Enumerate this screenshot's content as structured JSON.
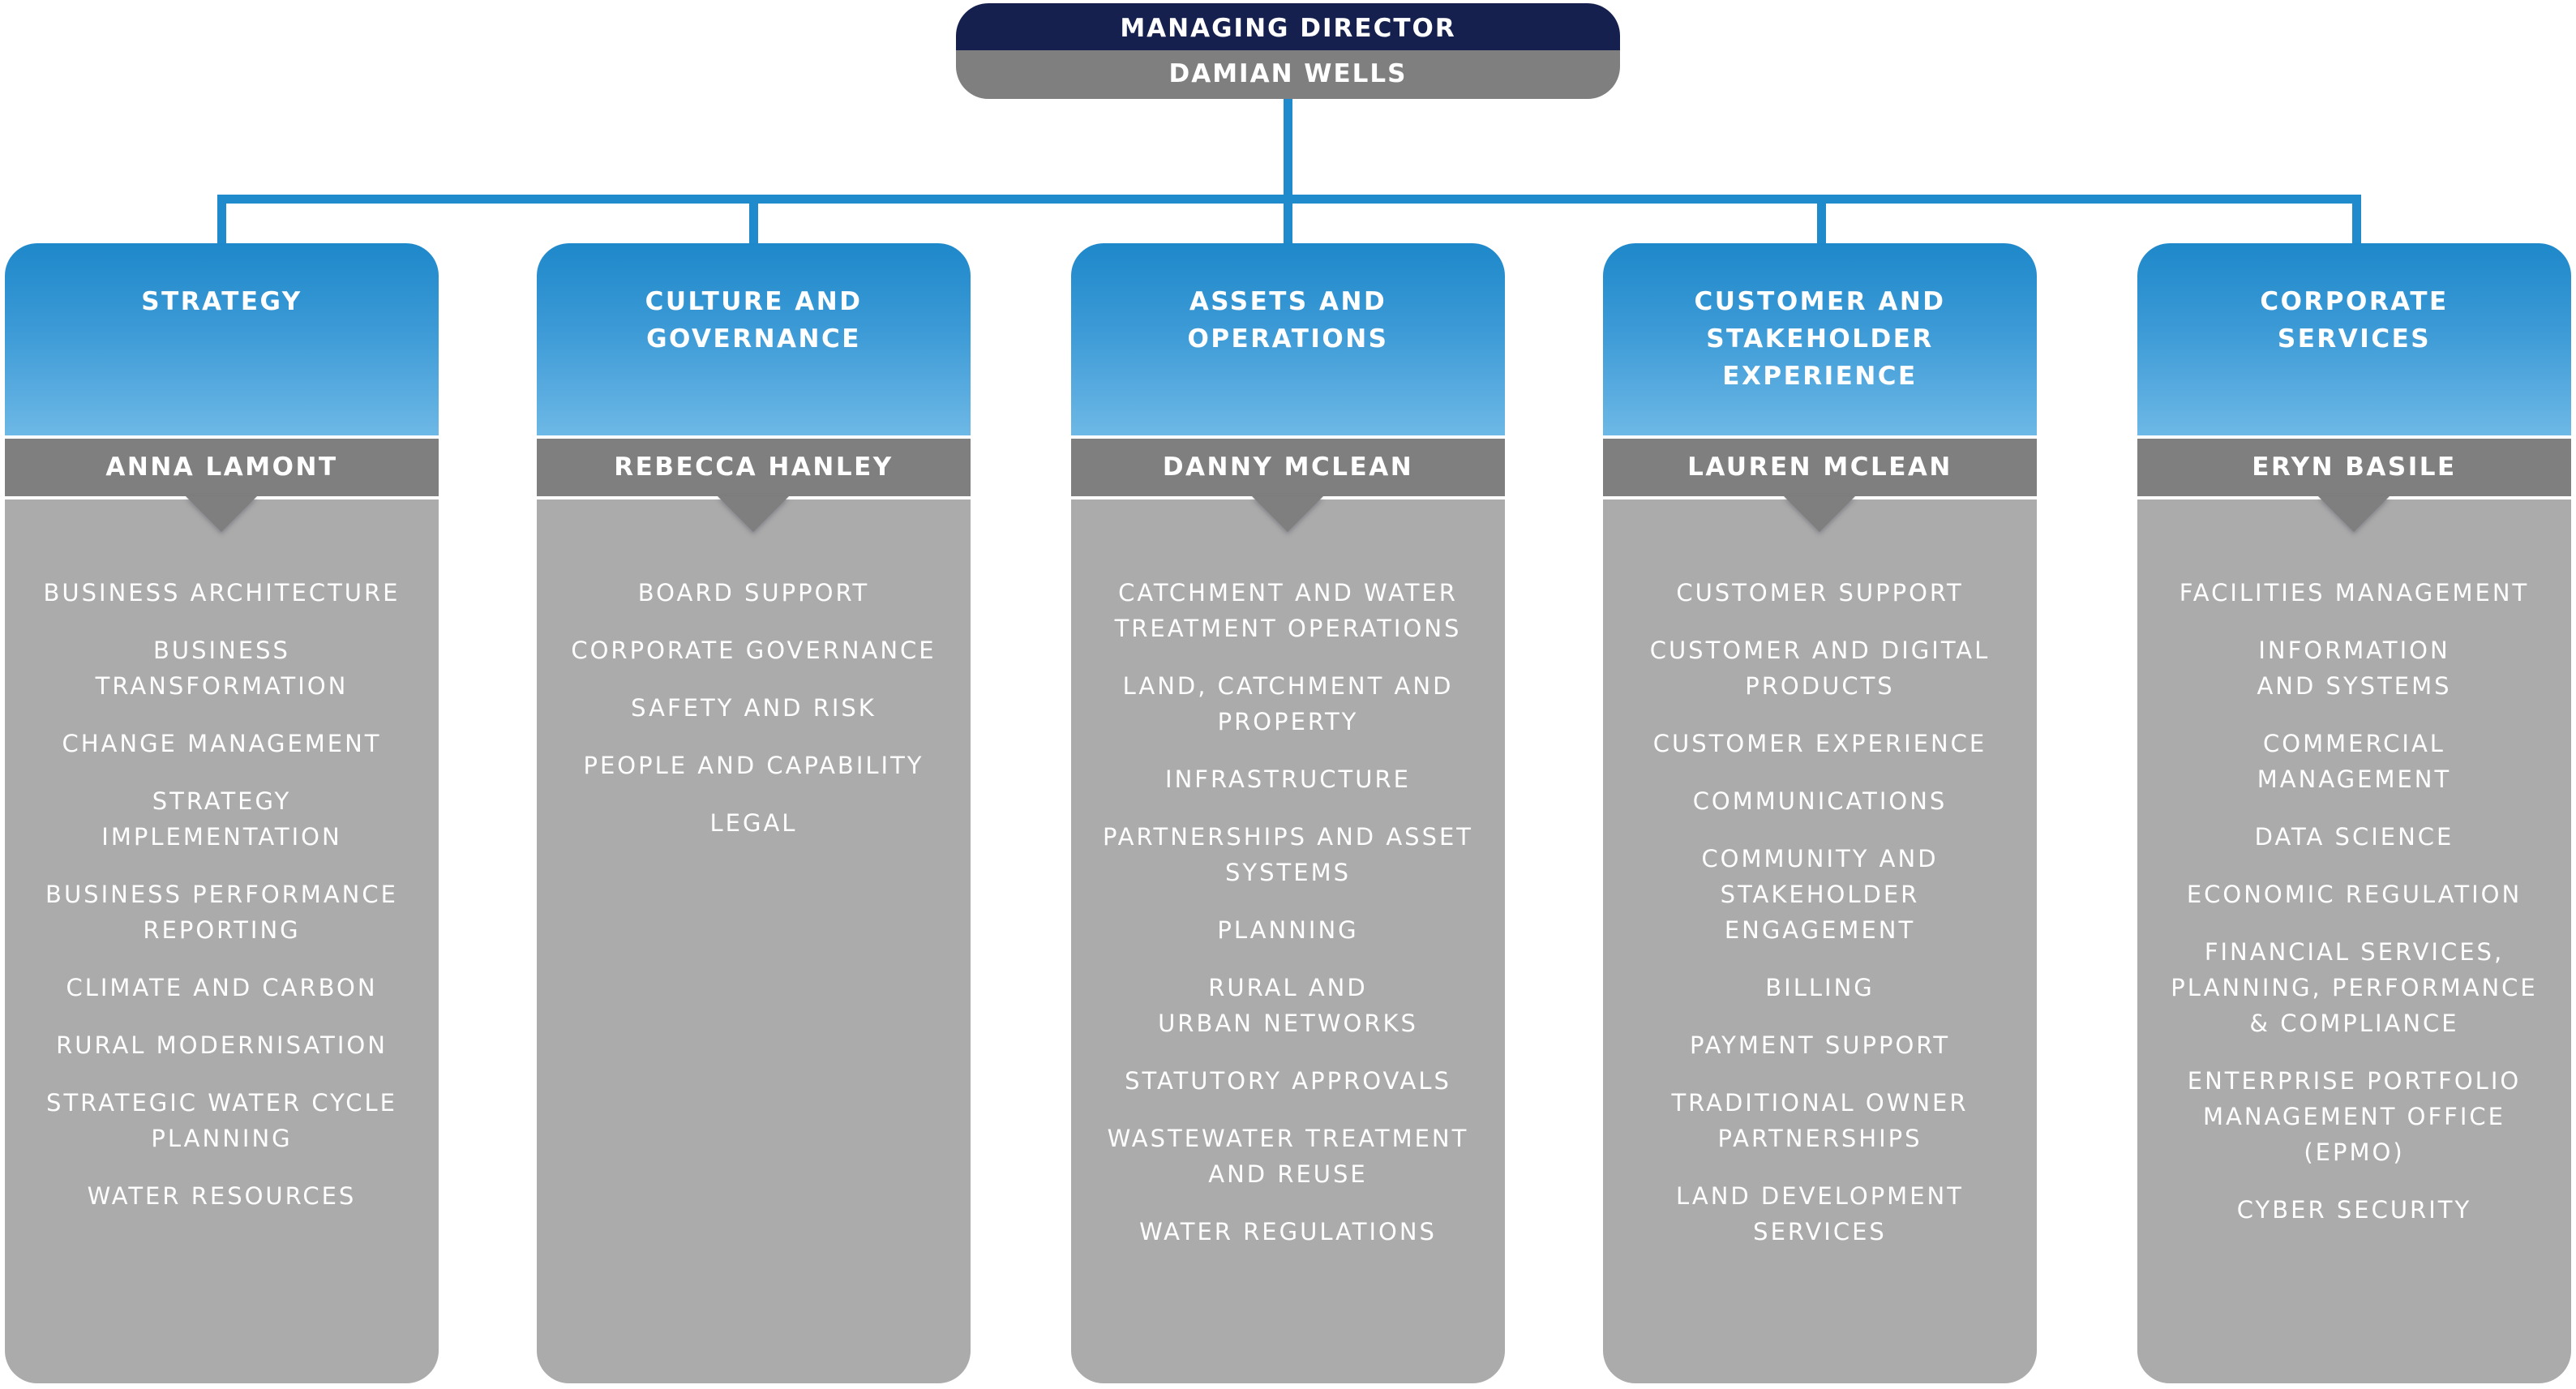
{
  "managing_director": {
    "title": "MANAGING DIRECTOR",
    "name": "DAMIAN WELLS"
  },
  "colors": {
    "navy": "#16204e",
    "connector_blue": "#1f8bcc",
    "header_blue_top": "#1e88ca",
    "header_blue_bottom": "#6db8e6",
    "name_band_gray": "#7f7f7f",
    "body_gray": "#ababab"
  },
  "divisions": [
    {
      "title": "STRATEGY",
      "head": "ANNA LAMONT",
      "functions": [
        "BUSINESS ARCHITECTURE",
        "BUSINESS\nTRANSFORMATION",
        "CHANGE MANAGEMENT",
        "STRATEGY\nIMPLEMENTATION",
        "BUSINESS PERFORMANCE\nREPORTING",
        "CLIMATE AND CARBON",
        "RURAL MODERNISATION",
        "STRATEGIC WATER CYCLE\nPLANNING",
        "WATER RESOURCES"
      ]
    },
    {
      "title": "CULTURE AND\nGOVERNANCE",
      "head": "REBECCA HANLEY",
      "functions": [
        "BOARD SUPPORT",
        "CORPORATE GOVERNANCE",
        "SAFETY AND RISK",
        "PEOPLE AND CAPABILITY",
        "LEGAL"
      ]
    },
    {
      "title": "ASSETS AND\nOPERATIONS",
      "head": "DANNY MCLEAN",
      "functions": [
        "CATCHMENT AND WATER\nTREATMENT OPERATIONS",
        "LAND, CATCHMENT AND\nPROPERTY",
        "INFRASTRUCTURE",
        "PARTNERSHIPS AND ASSET\nSYSTEMS",
        "PLANNING",
        "RURAL AND\nURBAN NETWORKS",
        "STATUTORY APPROVALS",
        "WASTEWATER TREATMENT\nAND  REUSE",
        "WATER REGULATIONS"
      ]
    },
    {
      "title": "CUSTOMER AND\nSTAKEHOLDER\nEXPERIENCE",
      "head": "LAUREN MCLEAN",
      "functions": [
        "CUSTOMER SUPPORT",
        "CUSTOMER AND DIGITAL\nPRODUCTS",
        "CUSTOMER EXPERIENCE",
        "COMMUNICATIONS",
        "COMMUNITY AND\nSTAKEHOLDER\nENGAGEMENT",
        "BILLING",
        "PAYMENT SUPPORT",
        "TRADITIONAL OWNER\nPARTNERSHIPS",
        "LAND DEVELOPMENT\nSERVICES"
      ]
    },
    {
      "title": "CORPORATE\nSERVICES",
      "head": "ERYN BASILE",
      "functions": [
        "FACILITIES MANAGEMENT",
        "INFORMATION\nAND SYSTEMS",
        "COMMERCIAL\nMANAGEMENT",
        "DATA SCIENCE",
        "ECONOMIC REGULATION",
        "FINANCIAL SERVICES,\nPLANNING, PERFORMANCE\n& COMPLIANCE",
        "ENTERPRISE PORTFOLIO\nMANAGEMENT OFFICE\n(EPMO)",
        "CYBER SECURITY"
      ]
    }
  ]
}
